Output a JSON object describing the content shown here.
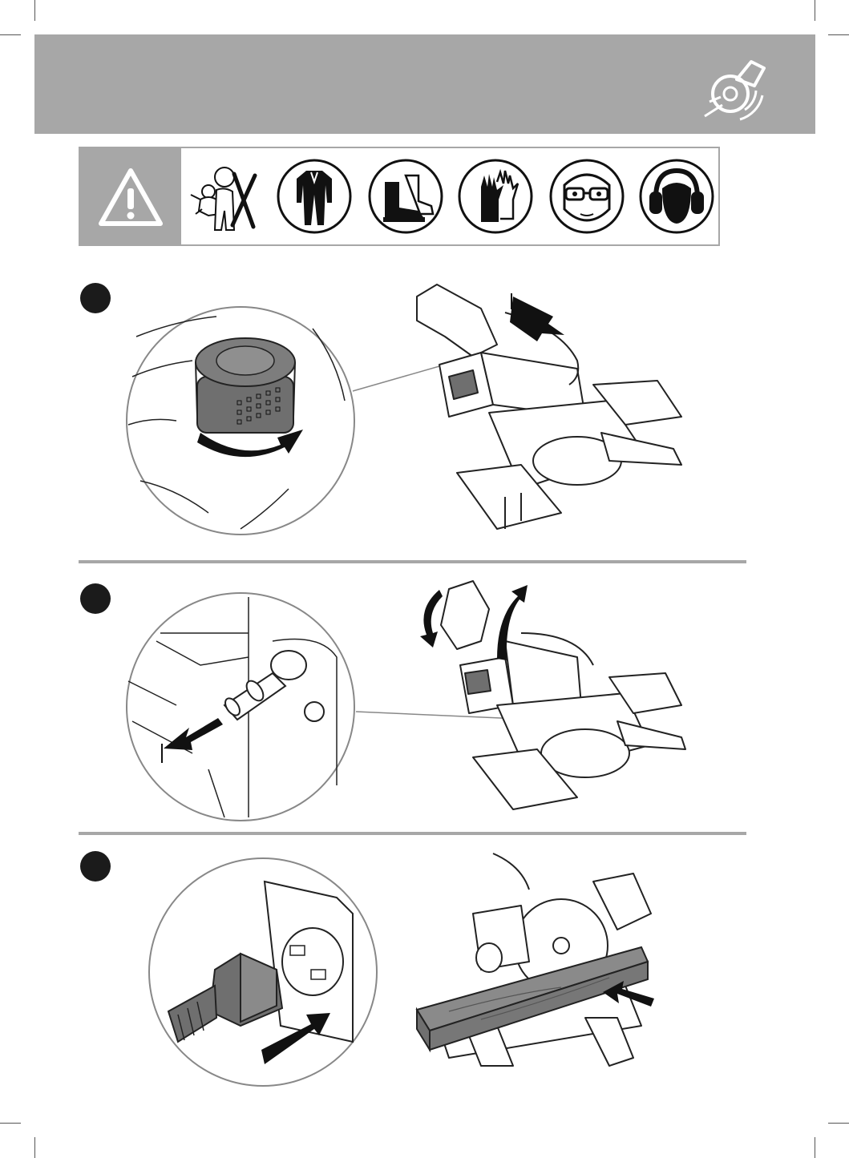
{
  "page": {
    "background": "#ffffff",
    "band_color": "#a7a7a7",
    "ink_color": "#1b1b1b"
  },
  "header": {
    "icon": "mitre-saw-icon"
  },
  "ppe": {
    "warning_icon": "warning-triangle-icon",
    "icons": [
      "keep-children-away-icon",
      "protective-clothing-icon",
      "safety-boots-icon",
      "protective-gloves-icon",
      "eye-protection-icon",
      "hearing-protection-icon"
    ]
  },
  "steps": [
    {
      "id": "step-1",
      "detail_icon": "rotate-knob-icon",
      "overview_icon": "mitre-saw-icon"
    },
    {
      "id": "step-2",
      "detail_icon": "pull-lock-pin-icon",
      "overview_icon": "mitre-saw-raise-head-icon"
    },
    {
      "id": "step-3",
      "detail_icon": "insert-plug-icon",
      "overview_icon": "mitre-saw-cutting-board-icon"
    }
  ]
}
